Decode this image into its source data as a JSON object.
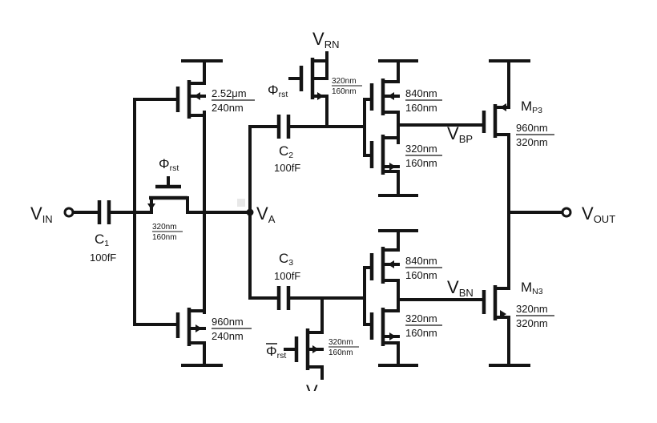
{
  "labels": {
    "vin": {
      "main": "V",
      "sub": "IN"
    },
    "vout": {
      "main": "V",
      "sub": "OUT"
    },
    "va": {
      "main": "V",
      "sub": "A"
    },
    "vrn": {
      "main": "V",
      "sub": "RN"
    },
    "vrp_partial": {
      "main": "V",
      "sub": "R"
    },
    "vbp": {
      "main": "V",
      "sub": "BP"
    },
    "vbn": {
      "main": "V",
      "sub": "BN"
    },
    "mp3": {
      "main": "M",
      "sub": "P3"
    },
    "mn3": {
      "main": "M",
      "sub": "N3"
    },
    "phi_rst_1": {
      "main": "Φ",
      "sub": "rst"
    },
    "phi_rst_2": {
      "main": "Φ",
      "sub": "rst"
    },
    "phi_rst_bar": {
      "main": "Φ",
      "sub": "rst"
    }
  },
  "capacitors": {
    "c1": {
      "name": "C",
      "sub": "1",
      "value": "100fF"
    },
    "c2": {
      "name": "C",
      "sub": "2",
      "value": "100fF"
    },
    "c3": {
      "name": "C",
      "sub": "3",
      "value": "100fF"
    }
  },
  "transistor_sizes": {
    "in_pmos": {
      "w": "2.52μm",
      "l": "240nm"
    },
    "in_nmos": {
      "w": "960nm",
      "l": "240nm"
    },
    "reset_switch": {
      "w": "320nm",
      "l": "160nm"
    },
    "rn_switch": {
      "w": "320nm",
      "l": "160nm"
    },
    "rp_switch": {
      "w": "320nm",
      "l": "160nm"
    },
    "top_inv_p": {
      "w": "840nm",
      "l": "160nm"
    },
    "top_inv_n": {
      "w": "320nm",
      "l": "160nm"
    },
    "bot_inv_p": {
      "w": "840nm",
      "l": "160nm"
    },
    "bot_inv_n": {
      "w": "320nm",
      "l": "160nm"
    },
    "mp3": {
      "w": "960nm",
      "l": "320nm"
    },
    "mn3": {
      "w": "320nm",
      "l": "320nm"
    }
  }
}
